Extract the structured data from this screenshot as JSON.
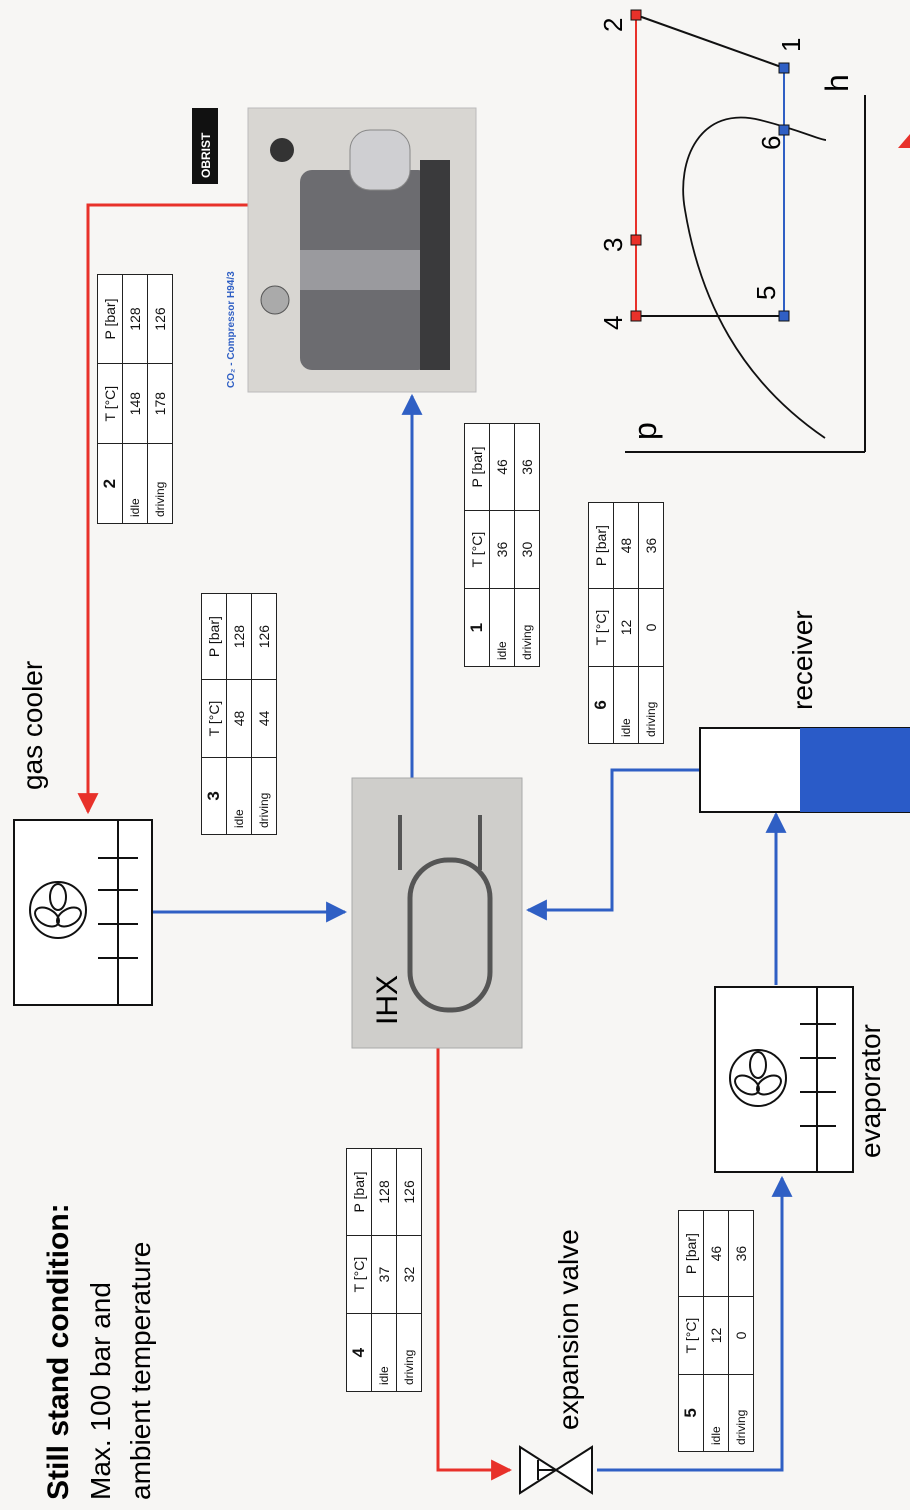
{
  "heading": {
    "title": "Still stand condition:",
    "line1": "Max. 100 bar and",
    "line2": "ambient temperature"
  },
  "labels": {
    "gas_cooler": "gas cooler",
    "ihx": "IHX",
    "expansion_valve": "expansion valve",
    "evaporator": "evaporator",
    "receiver": "receiver",
    "obrist_logo": "OBRIST",
    "compressor_caption": "CO₂ - Compressor H94/3"
  },
  "ph_diagram": {
    "axis_p": "p",
    "axis_h": "h",
    "points": [
      "1",
      "2",
      "3",
      "4",
      "5",
      "6"
    ]
  },
  "tables": [
    {
      "id": "2",
      "col_t": "T [°C]",
      "col_p": "P [bar]",
      "rows": [
        {
          "label": "idle",
          "t": "148",
          "p": "128"
        },
        {
          "label": "driving",
          "t": "178",
          "p": "126"
        }
      ]
    },
    {
      "id": "3",
      "col_t": "T [°C]",
      "col_p": "P [bar]",
      "rows": [
        {
          "label": "idle",
          "t": "48",
          "p": "128"
        },
        {
          "label": "driving",
          "t": "44",
          "p": "126"
        }
      ]
    },
    {
      "id": "1",
      "col_t": "T [°C]",
      "col_p": "P [bar]",
      "rows": [
        {
          "label": "idle",
          "t": "36",
          "p": "46"
        },
        {
          "label": "driving",
          "t": "30",
          "p": "36"
        }
      ]
    },
    {
      "id": "6",
      "col_t": "T [°C]",
      "col_p": "P [bar]",
      "rows": [
        {
          "label": "idle",
          "t": "12",
          "p": "48"
        },
        {
          "label": "driving",
          "t": "0",
          "p": "36"
        }
      ]
    },
    {
      "id": "4",
      "col_t": "T [°C]",
      "col_p": "P [bar]",
      "rows": [
        {
          "label": "idle",
          "t": "37",
          "p": "128"
        },
        {
          "label": "driving",
          "t": "32",
          "p": "126"
        }
      ]
    },
    {
      "id": "5",
      "col_t": "T [°C]",
      "col_p": "P [bar]",
      "rows": [
        {
          "label": "idle",
          "t": "12",
          "p": "46"
        },
        {
          "label": "driving",
          "t": "0",
          "p": "36"
        }
      ]
    }
  ],
  "colors": {
    "high_pressure_line": "#e8312a",
    "low_pressure_line": "#2f5fc4",
    "receiver_fill": "#2a5bc8"
  }
}
